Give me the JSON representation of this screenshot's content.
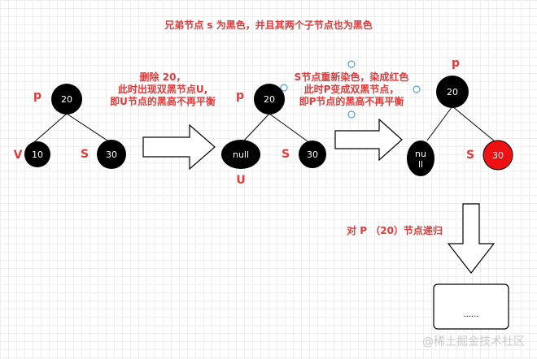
{
  "title": "兄弟节点 s 为黑色，并且其两个子节点也为黑色",
  "colors": {
    "annotation": "#e03a3a",
    "node_black": "#000000",
    "node_red": "#ee1111",
    "handle_dot": "#2a8bd6",
    "watermark": "#c9c9c9"
  },
  "stage1": {
    "parent": {
      "label": "p",
      "value": "20"
    },
    "left": {
      "label": "V",
      "value": "10"
    },
    "right": {
      "label": "S",
      "value": "30"
    }
  },
  "note1": [
    "删除 20，",
    "此时出现双黑节点U,",
    "即U节点的黑高不再平衡"
  ],
  "stage2": {
    "parent": {
      "label": "p",
      "value": "20"
    },
    "left": {
      "label": "U",
      "value": "null"
    },
    "right": {
      "label": "S",
      "value": "30"
    }
  },
  "note2": [
    "S节点重新染色，染成红色",
    "此时P变成双黑节点，",
    "即P节点的黑高不再平衡"
  ],
  "stage3": {
    "parent": {
      "label": "p",
      "value": "20"
    },
    "left": {
      "value_lines": [
        "nu",
        "ll"
      ]
    },
    "right": {
      "label": "S",
      "value": "30"
    }
  },
  "recurse_label": "对 P （20）节点递归",
  "result_box_text": "......",
  "watermark": "@稀土掘金技术社区"
}
